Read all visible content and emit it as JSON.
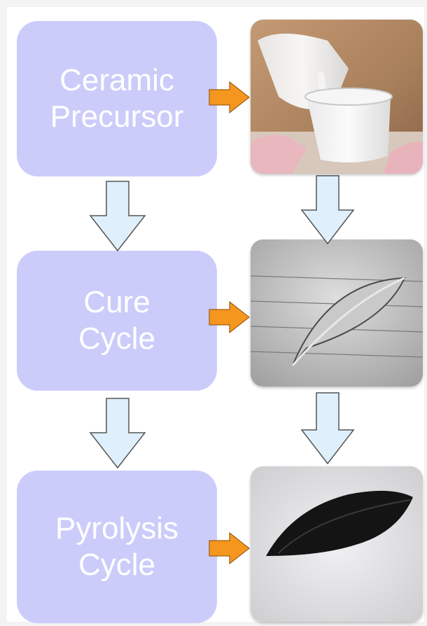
{
  "colors": {
    "step_fill": "#ccccfb",
    "step_text": "#ffffff",
    "down_arrow_fill": "#dff0fc",
    "down_arrow_stroke": "#555555",
    "right_arrow_fill": "#f5961e"
  },
  "steps": [
    {
      "line1": "Ceramic",
      "line2": "Precursor"
    },
    {
      "line1": "Cure",
      "line2": "Cycle"
    },
    {
      "line1": "Pyrolysis",
      "line2": "Cycle"
    }
  ],
  "photos": [
    {
      "icon": "pouring-liquid-photo"
    },
    {
      "icon": "cured-curved-strip-photo"
    },
    {
      "icon": "pyrolyzed-black-strip-photo"
    }
  ]
}
